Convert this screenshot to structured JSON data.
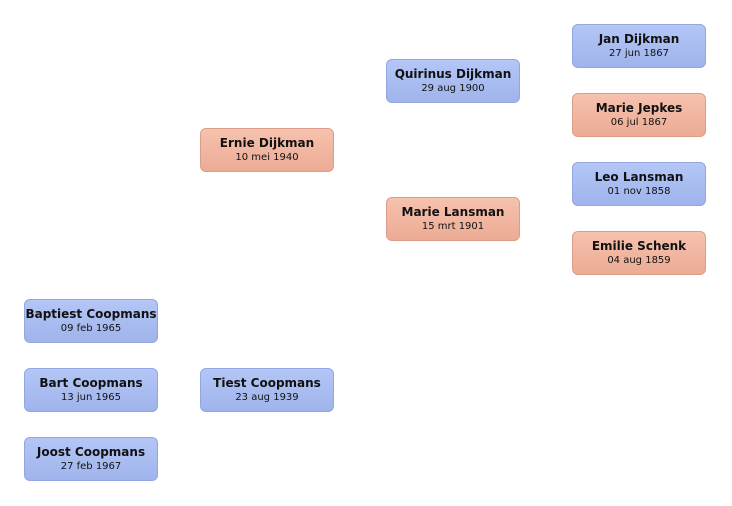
{
  "people": {
    "jan_dijkman": {
      "name": "Jan Dijkman",
      "date": "27 jun 1867"
    },
    "quirinus_dijkman": {
      "name": "Quirinus Dijkman",
      "date": "29 aug 1900"
    },
    "marie_jepkes": {
      "name": "Marie Jepkes",
      "date": "06 jul 1867"
    },
    "ernie_dijkman": {
      "name": "Ernie Dijkman",
      "date": "10 mei 1940"
    },
    "leo_lansman": {
      "name": "Leo Lansman",
      "date": "01 nov 1858"
    },
    "marie_lansman": {
      "name": "Marie Lansman",
      "date": "15 mrt 1901"
    },
    "emilie_schenk": {
      "name": "Emilie Schenk",
      "date": "04 aug 1859"
    },
    "baptiest_coopmans": {
      "name": "Baptiest Coopmans",
      "date": "09 feb 1965"
    },
    "bart_coopmans": {
      "name": "Bart Coopmans",
      "date": "13 jun 1965"
    },
    "tiest_coopmans": {
      "name": "Tiest Coopmans",
      "date": "23 aug 1939"
    },
    "joost_coopmans": {
      "name": "Joost Coopmans",
      "date": "27 feb 1967"
    }
  },
  "colors": {
    "male": "#a9bdf1",
    "female": "#f1b7a2"
  }
}
